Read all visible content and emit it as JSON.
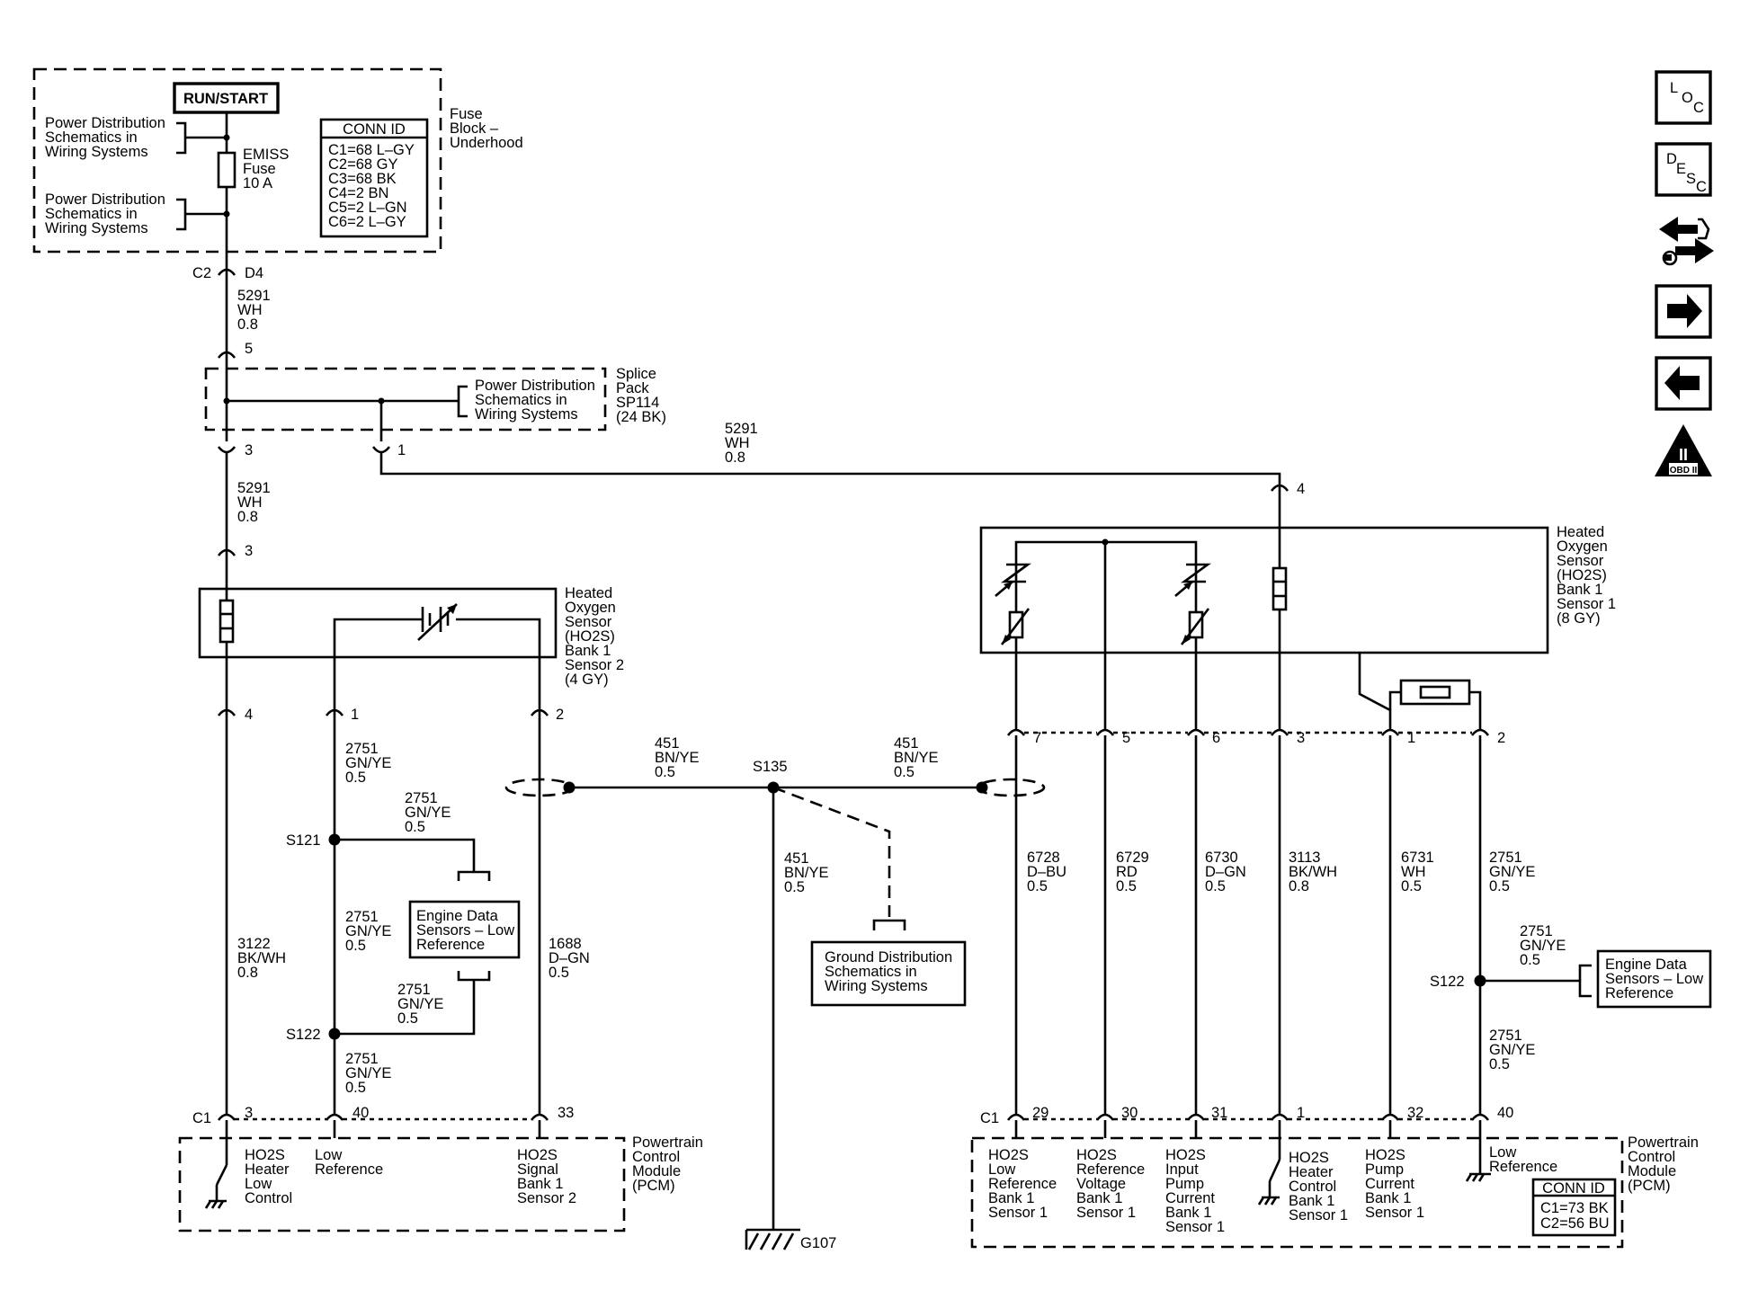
{
  "fuse_block": {
    "run_start": "RUN/START",
    "label": [
      "Fuse",
      "Block –",
      "Underhood"
    ],
    "pdist1": [
      "Power Distribution",
      "Schematics in",
      "Wiring Systems"
    ],
    "pdist2": [
      "Power Distribution",
      "Schematics in",
      "Wiring Systems"
    ],
    "fuse": [
      "EMISS",
      "Fuse",
      "10 A"
    ],
    "conn_id_title": "CONN ID",
    "conn_id": [
      "C1=68 L–GY",
      "C2=68 GY",
      "C3=68 BK",
      "C4=2 BN",
      "C5=2 L–GN",
      "C6=2 L–GY"
    ],
    "connector": "C2",
    "pin": "D4"
  },
  "wire_5291_a": [
    "5291",
    "WH",
    "0.8"
  ],
  "wire_5291_b": [
    "5291",
    "WH",
    "0.8"
  ],
  "wire_5291_c": [
    "5291",
    "WH",
    "0.8"
  ],
  "splice_pack": {
    "label": [
      "Splice",
      "Pack",
      "SP114",
      "(24 BK)"
    ],
    "pdist": [
      "Power Distribution",
      "Schematics in",
      "Wiring Systems"
    ],
    "pin_in": "5",
    "pin_out1": "3",
    "pin_out2": "1"
  },
  "sensor2": {
    "label": [
      "Heated",
      "Oxygen",
      "Sensor",
      "(HO2S)",
      "Bank 1",
      "Sensor 2",
      "(4 GY)"
    ],
    "pin_top": "3",
    "pins": [
      "4",
      "1",
      "2"
    ]
  },
  "sensor1": {
    "label": [
      "Heated",
      "Oxygen",
      "Sensor",
      "(HO2S)",
      "Bank 1",
      "Sensor 1",
      "(8 GY)"
    ],
    "pin_top": "4",
    "pins": [
      "7",
      "5",
      "6",
      "3",
      "1",
      "2"
    ]
  },
  "wires_left": {
    "w3122": [
      "3122",
      "BK/WH",
      "0.8"
    ],
    "w2751_a": [
      "2751",
      "GN/YE",
      "0.5"
    ],
    "w2751_b": [
      "2751",
      "GN/YE",
      "0.5"
    ],
    "w2751_c": [
      "2751",
      "GN/YE",
      "0.5"
    ],
    "w2751_d": [
      "2751",
      "GN/YE",
      "0.5"
    ],
    "w2751_e": [
      "2751",
      "GN/YE",
      "0.5"
    ],
    "w1688": [
      "1688",
      "D–GN",
      "0.5"
    ]
  },
  "splices": {
    "s121": "S121",
    "s122": "S122",
    "s135": "S135",
    "s122r": "S122"
  },
  "eds_left": [
    "Engine Data",
    "Sensors – Low",
    "Reference"
  ],
  "eds_right": [
    "Engine Data",
    "Sensors – Low",
    "Reference"
  ],
  "shield": {
    "w451_a": [
      "451",
      "BN/YE",
      "0.5"
    ],
    "w451_b": [
      "451",
      "BN/YE",
      "0.5"
    ],
    "w451_c": [
      "451",
      "BN/YE",
      "0.5"
    ]
  },
  "ground_dist": [
    "Ground Distribution",
    "Schematics in",
    "Wiring Systems"
  ],
  "ground": "G107",
  "wires_right": [
    [
      "6728",
      "D–BU",
      "0.5"
    ],
    [
      "6729",
      "RD",
      "0.5"
    ],
    [
      "6730",
      "D–GN",
      "0.5"
    ],
    [
      "3113",
      "BK/WH",
      "0.8"
    ],
    [
      "6731",
      "WH",
      "0.5"
    ],
    [
      "2751",
      "GN/YE",
      "0.5"
    ]
  ],
  "wires_right_extra": {
    "branch": [
      "2751",
      "GN/YE",
      "0.5"
    ],
    "bottom": [
      "2751",
      "GN/YE",
      "0.5"
    ]
  },
  "pcm_left": {
    "connector": "C1",
    "pins": [
      "3",
      "40",
      "33"
    ],
    "label": [
      "Powertrain",
      "Control",
      "Module",
      "(PCM)"
    ],
    "t1": [
      "HO2S",
      "Heater",
      "Low",
      "Control"
    ],
    "t2": [
      "Low",
      "Reference"
    ],
    "t3": [
      "HO2S",
      "Signal",
      "Bank 1",
      "Sensor 2"
    ]
  },
  "pcm_right": {
    "connector": "C1",
    "pins": [
      "29",
      "30",
      "31",
      "1",
      "32",
      "40"
    ],
    "label": [
      "Powertrain",
      "Control",
      "Module",
      "(PCM)"
    ],
    "t1": [
      "HO2S",
      "Low",
      "Reference",
      "Bank 1",
      "Sensor 1"
    ],
    "t2": [
      "HO2S",
      "Reference",
      "Voltage",
      "Bank 1",
      "Sensor 1"
    ],
    "t3": [
      "HO2S",
      "Input",
      "Pump",
      "Current",
      "Bank 1",
      "Sensor 1"
    ],
    "t4": [
      "HO2S",
      "Heater",
      "Control",
      "Bank 1",
      "Sensor 1"
    ],
    "t5": [
      "HO2S",
      "Pump",
      "Current",
      "Bank 1",
      "Sensor 1"
    ],
    "t6": [
      "Low",
      "Reference"
    ],
    "conn_id_title": "CONN ID",
    "conn_id": [
      "C1=73 BK",
      "C2=56 BU"
    ]
  },
  "nav": {
    "loc": [
      "L",
      "O",
      "C"
    ],
    "desc": [
      "D",
      "E",
      "S",
      "C"
    ],
    "obd": [
      "II",
      "OBD II"
    ]
  }
}
